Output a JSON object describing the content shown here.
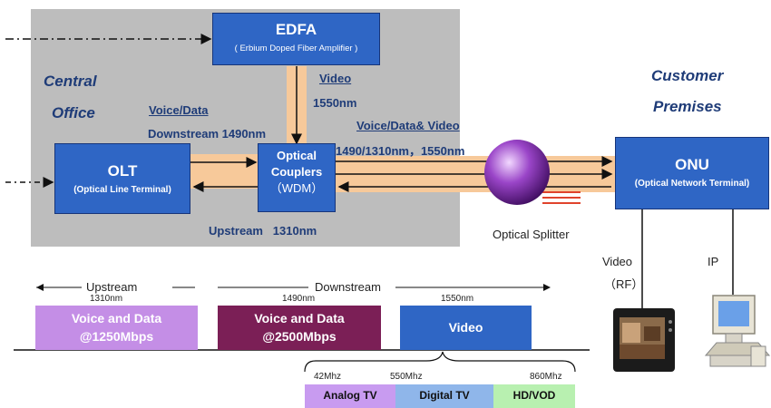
{
  "edfa": {
    "title": "EDFA",
    "subtitle": "( Erbium Doped Fiber Amplifier )"
  },
  "central_office": {
    "line1": "Central",
    "line2": "Office"
  },
  "olt": {
    "title": "OLT",
    "subtitle": "(Optical Line Terminal)"
  },
  "couplers": {
    "line1": "Optical",
    "line2": "Couplers",
    "line3": "（WDM）"
  },
  "onu": {
    "title": "ONU",
    "subtitle": "(Optical Network Terminal)"
  },
  "customer": {
    "line1": "Customer",
    "line2": "Premises"
  },
  "labels": {
    "video": "Video",
    "video_nm": "1550nm",
    "voice_data": "Voice/Data",
    "downstream_1490": "Downstream 1490nm",
    "voice_data_video": "Voice/Data& Video",
    "wavelengths": "1490/1310nm，1550nm",
    "upstream_1310": "Upstream   1310nm",
    "optical_splitter": "Optical Splitter",
    "video_rf_1": "Video",
    "video_rf_2": "（RF）",
    "ip": "IP"
  },
  "spectrum": {
    "upstream_label": "Upstream",
    "downstream_label": "Downstream",
    "nm_1310": "1310nm",
    "nm_1490": "1490nm",
    "nm_1550": "1550nm",
    "block1_line1": "Voice and Data",
    "block1_line2": "@1250Mbps",
    "block2_line1": "Voice and Data",
    "block2_line2": "@2500Mbps",
    "block3": "Video",
    "mhz_42": "42Mhz",
    "mhz_550": "550Mhz",
    "mhz_860": "860Mhz",
    "band_analog": "Analog TV",
    "band_digital": "Digital TV",
    "band_hd": "HD/VOD"
  },
  "colors": {
    "box_blue": "#2f66c5",
    "fiber_orange": "#f7c99a",
    "block_lilac": "#c48ee6",
    "block_maroon": "#7b1f56",
    "band_purple": "#c89bf0",
    "band_blue": "#8fb6ea",
    "band_green": "#b8f0b0"
  }
}
